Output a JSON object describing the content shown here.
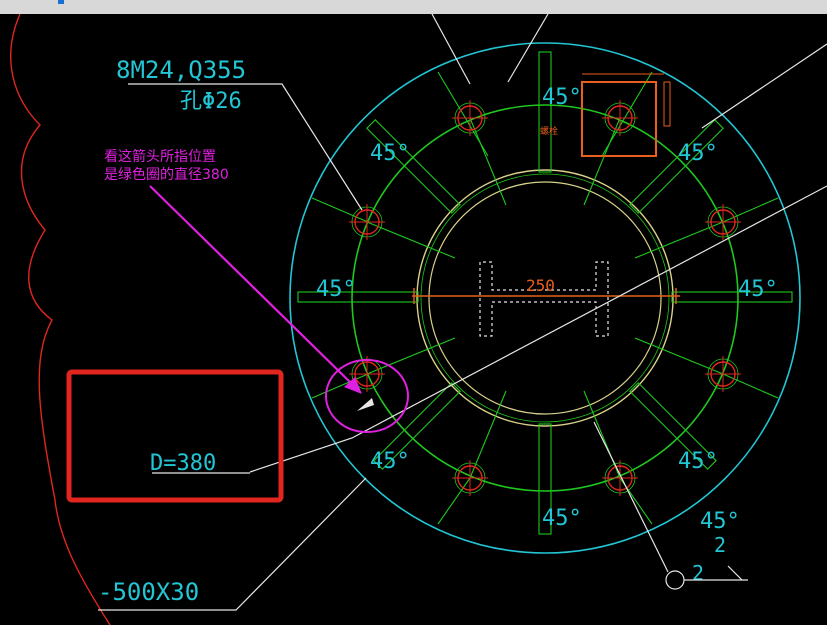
{
  "colors": {
    "background": "#000000",
    "cyan": "#22c6d4",
    "green": "#1ec81e",
    "yellow": "#d8d28a",
    "orange": "#e8601c",
    "red": "#e0261e",
    "white": "#e6e6e6",
    "magenta": "#e020e0"
  },
  "labels": {
    "bolt_spec": "8M24,Q355",
    "hole_spec": "孔Φ26",
    "diameter": "D=380",
    "plate": "-500X30",
    "width_dim": "250",
    "angle": "45°",
    "section_mark": "2",
    "tag_small": "螺栓"
  },
  "annotation": {
    "line1": "看这箭头所指位置",
    "line2": "是绿色圈的直径380"
  }
}
